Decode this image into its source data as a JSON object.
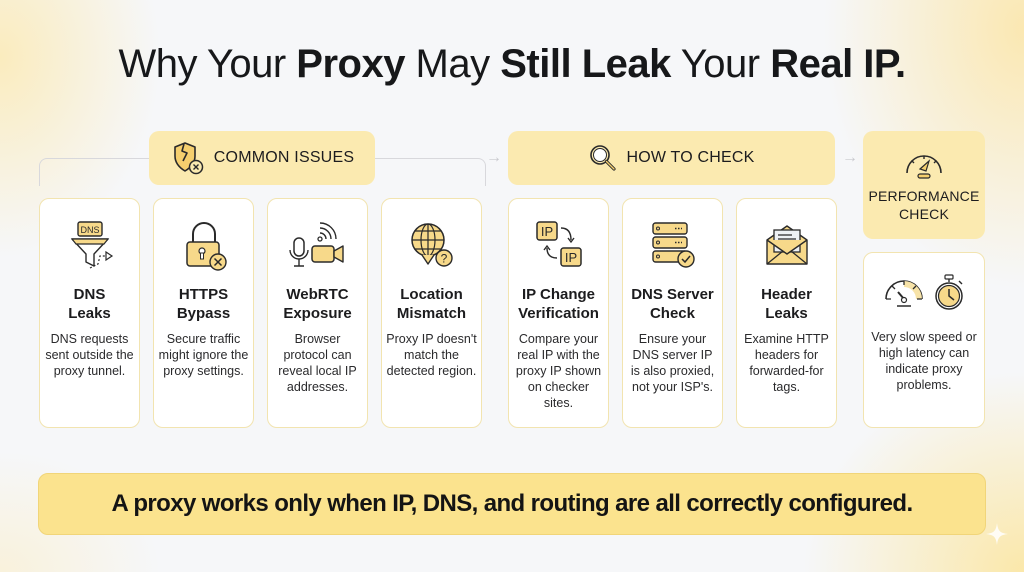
{
  "title": {
    "parts": [
      {
        "text": "Why Your ",
        "bold": false
      },
      {
        "text": "Proxy",
        "bold": true
      },
      {
        "text": " May ",
        "bold": false
      },
      {
        "text": "Still Leak",
        "bold": true
      },
      {
        "text": " Your ",
        "bold": false
      },
      {
        "text": "Real IP",
        "bold": true
      },
      {
        "text": ".",
        "bold": false
      }
    ]
  },
  "sections": {
    "common_issues": {
      "label": "COMMON ISSUES",
      "icon": "broken-shield-icon"
    },
    "how_to_check": {
      "label": "HOW TO CHECK",
      "icon": "magnifier-icon"
    },
    "performance_check": {
      "label_line1": "PERFORMANCE",
      "label_line2": "CHECK",
      "icon": "speedometer-icon"
    }
  },
  "cards": [
    {
      "title1": "DNS",
      "title2": "Leaks",
      "desc": "DNS requests sent outside the proxy tunnel.",
      "icon": "dns-funnel-icon",
      "icon_text": "DNS"
    },
    {
      "title1": "HTTPS",
      "title2": "Bypass",
      "desc": "Secure traffic might ignore the proxy settings.",
      "icon": "padlock-x-icon"
    },
    {
      "title1": "WebRTC",
      "title2": "Exposure",
      "desc": "Browser protocol can reveal local IP addresses.",
      "icon": "mic-camera-icon"
    },
    {
      "title1": "Location",
      "title2": "Mismatch",
      "desc": "Proxy IP doesn't match the detected region.",
      "icon": "globe-question-icon"
    },
    {
      "title1": "IP Change",
      "title2": "Verification",
      "desc": "Compare your real IP with the proxy IP shown on checker sites.",
      "icon": "ip-swap-icon",
      "icon_text": "IP"
    },
    {
      "title1": "DNS Server",
      "title2": "Check",
      "desc": "Ensure your DNS server IP is also proxied, not your ISP's.",
      "icon": "server-check-icon"
    },
    {
      "title1": "Header",
      "title2": "Leaks",
      "desc": "Examine HTTP headers for forwarded-for tags.",
      "icon": "envelope-icon"
    }
  ],
  "performance": {
    "desc": "Very slow speed or high latency can indicate proxy problems.",
    "icons": [
      "gauge-icon",
      "stopwatch-icon"
    ]
  },
  "banner": {
    "text": "A proxy works only when IP, DNS, and routing are all correctly configured."
  },
  "colors": {
    "accent": "#fbeab0",
    "banner": "#fbe38e",
    "icon_fill": "#f7d98a",
    "card_border": "#f2e4b0"
  }
}
